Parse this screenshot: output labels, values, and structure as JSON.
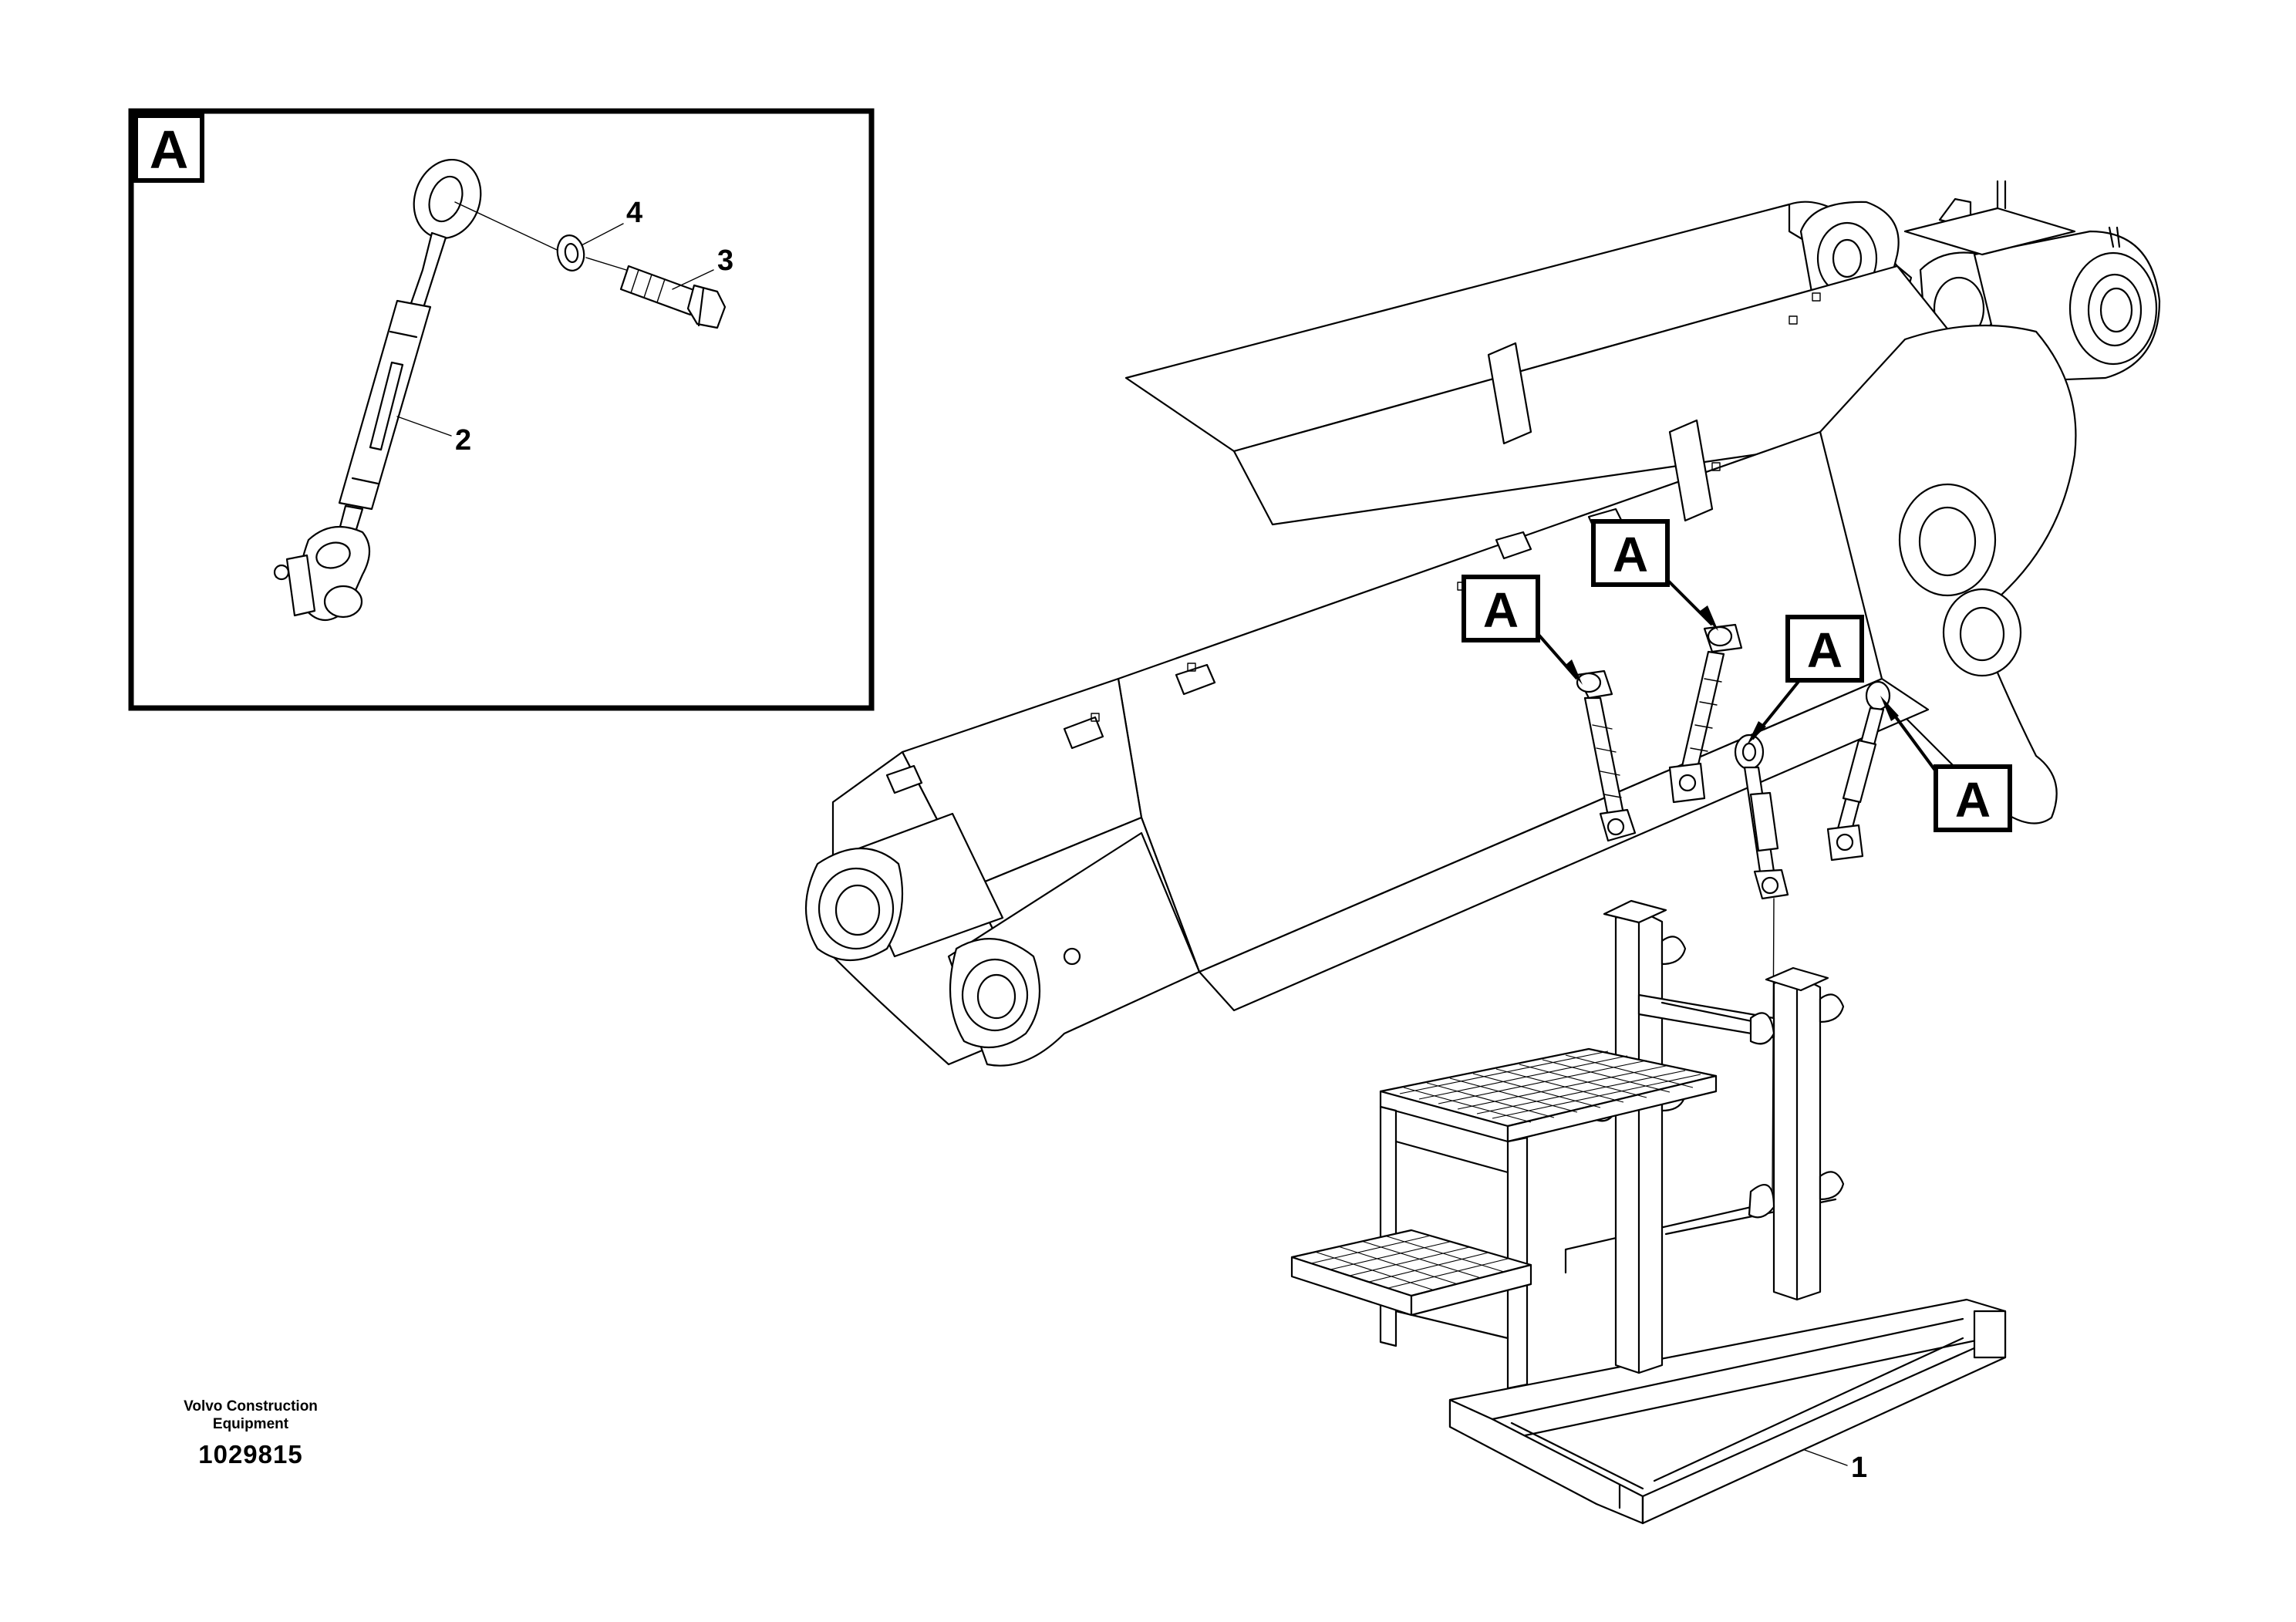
{
  "inset": {
    "label": "A",
    "parts": [
      {
        "number": "2",
        "name": "turnbuckle"
      },
      {
        "number": "3",
        "name": "screw"
      },
      {
        "number": "4",
        "name": "washer"
      }
    ]
  },
  "callouts": [
    "A",
    "A",
    "A",
    "A"
  ],
  "parts_main": [
    {
      "number": "1",
      "name": "stand"
    }
  ],
  "footer": {
    "manufacturer": "Volvo Construction Equipment",
    "drawing_number": "1029815"
  }
}
